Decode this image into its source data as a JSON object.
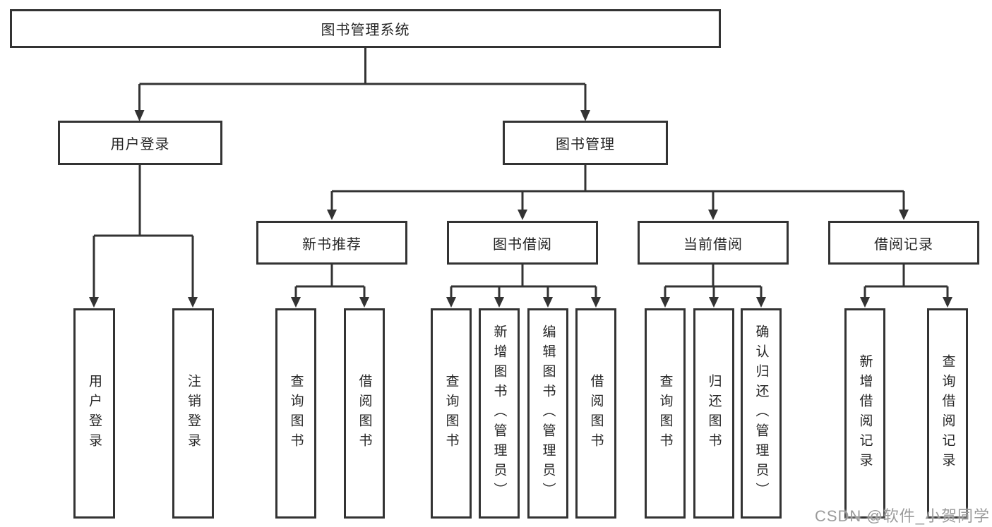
{
  "tree": {
    "label": "图书管理系统",
    "children": [
      {
        "label": "用户登录",
        "children": [
          {
            "label": "用户登录"
          },
          {
            "label": "注销登录"
          }
        ]
      },
      {
        "label": "图书管理",
        "children": [
          {
            "label": "新书推荐",
            "children": [
              {
                "label": "查询图书"
              },
              {
                "label": "借阅图书"
              }
            ]
          },
          {
            "label": "图书借阅",
            "children": [
              {
                "label": "查询图书"
              },
              {
                "label": "新增图书（管理员）"
              },
              {
                "label": "编辑图书（管理员）"
              },
              {
                "label": "借阅图书"
              }
            ]
          },
          {
            "label": "当前借阅",
            "children": [
              {
                "label": "查询图书"
              },
              {
                "label": "归还图书"
              },
              {
                "label": "确认归还（管理员）"
              }
            ]
          },
          {
            "label": "借阅记录",
            "children": [
              {
                "label": "新增借阅记录"
              },
              {
                "label": "查询借阅记录"
              }
            ]
          }
        ]
      }
    ]
  },
  "watermark": {
    "text": "CSDN @软件_小贺同学"
  },
  "colors": {
    "line": "#333333",
    "box_border": "#333333",
    "text": "#262626",
    "watermark": "#9b9b9b",
    "background": "#ffffff"
  }
}
